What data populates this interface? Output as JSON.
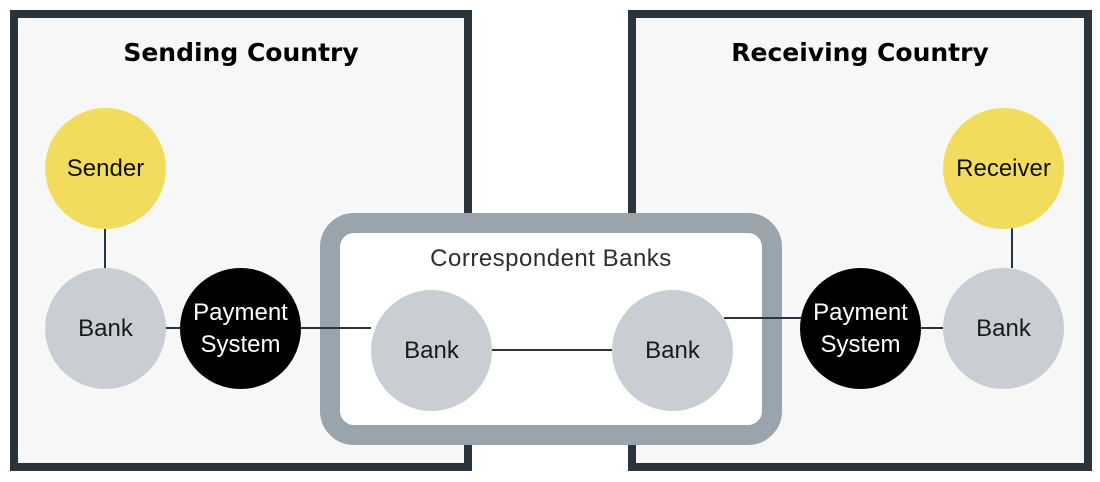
{
  "sending_country": {
    "title": "Sending Country",
    "sender_label": "Sender",
    "bank_label": "Bank",
    "payment_system_line1": "Payment",
    "payment_system_line2": "System"
  },
  "correspondent": {
    "title": "Correspondent Banks",
    "bank_left_label": "Bank",
    "bank_right_label": "Bank"
  },
  "receiving_country": {
    "title": "Receiving Country",
    "receiver_label": "Receiver",
    "bank_label": "Bank",
    "payment_system_line1": "Payment",
    "payment_system_line2": "System"
  },
  "colors": {
    "country_border": "#2a343c",
    "country_fill": "#f7f7f7",
    "correspondent_border": "#9aa4ad",
    "party_fill": "#f2dc5d",
    "bank_fill": "#c9ced5",
    "payment_system_fill": "#000000",
    "connector": "#2a343c"
  }
}
